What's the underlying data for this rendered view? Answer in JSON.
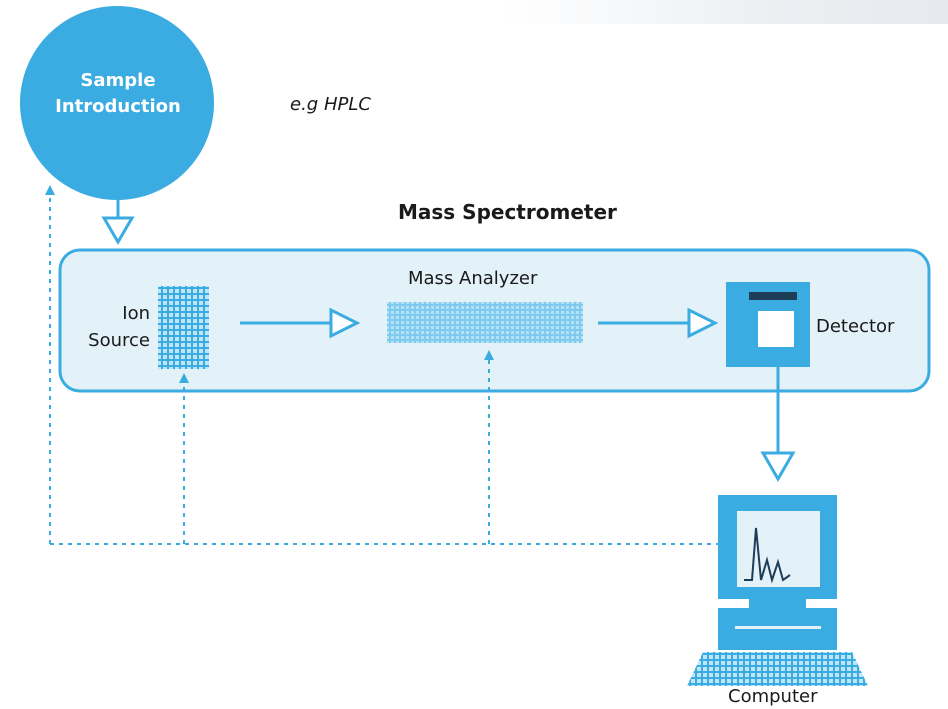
{
  "sample": {
    "line1": "Sample",
    "line2": "Introduction",
    "example": "e.g HPLC"
  },
  "title": "Mass Spectrometer",
  "ion_source": {
    "line1": "Ion",
    "line2": "Source"
  },
  "analyzer": "Mass Analyzer",
  "detector": "Detector",
  "computer": "Computer",
  "colors": {
    "primary_blue": "#3aace1",
    "light_blue_fill": "#e3f1f9",
    "pattern_blue": "#8fd2f1",
    "dark_bar": "#1f3d56",
    "text": "#1a1a1a"
  }
}
